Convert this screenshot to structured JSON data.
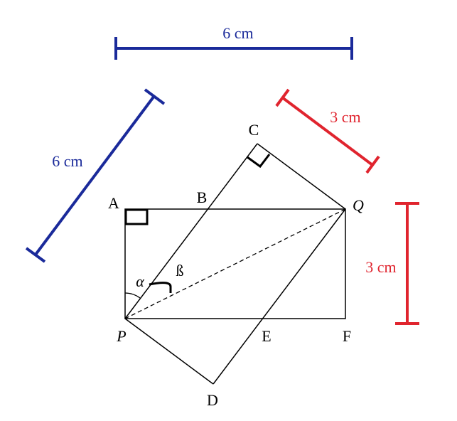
{
  "points": {
    "A": "A",
    "B": "B",
    "C": "C",
    "Q": "Q",
    "P": "P",
    "E": "E",
    "F": "F",
    "D": "D"
  },
  "angles": {
    "alpha": "α",
    "beta": "ß"
  },
  "dimensions": {
    "top_width": "6 cm",
    "left_diag": "6 cm",
    "right_diag": "3 cm",
    "right_vertical": "3 cm"
  },
  "colors": {
    "blue": "#1a2a9a",
    "red": "#e0242e",
    "line": "#000000"
  }
}
